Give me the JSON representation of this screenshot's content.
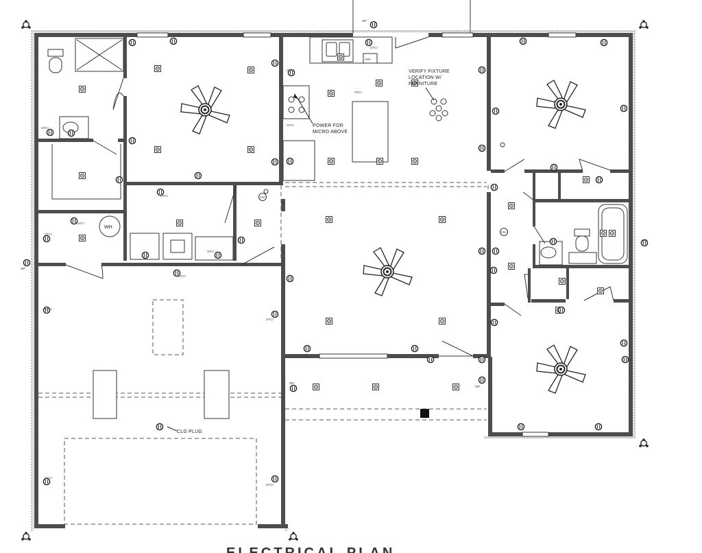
{
  "labels": {
    "gfci": "GFCI",
    "wp": "WP",
    "cm": "CM",
    "dw": "DW",
    "wh": "WH",
    "fixture_note": [
      "VERIFY FIXTURE",
      "LOCATION W/",
      "FURNITURE"
    ],
    "micro_note": [
      "POWER FOR",
      "MICRO ABOVE"
    ],
    "clg_plug": "CLG PLUG"
  },
  "title_fragment": "ELECTRICAL PLAN",
  "icons": {
    "ceiling_fan": "ceiling-fan-icon",
    "recessed_light": "recessed-light-icon",
    "wall_outlet": "wall-outlet-icon",
    "smoke_detector": "smoke-detector-icon",
    "grid_marker": "grid-marker-icon"
  },
  "colors": {
    "wall": "#4d4d4d",
    "line": "#333333"
  }
}
